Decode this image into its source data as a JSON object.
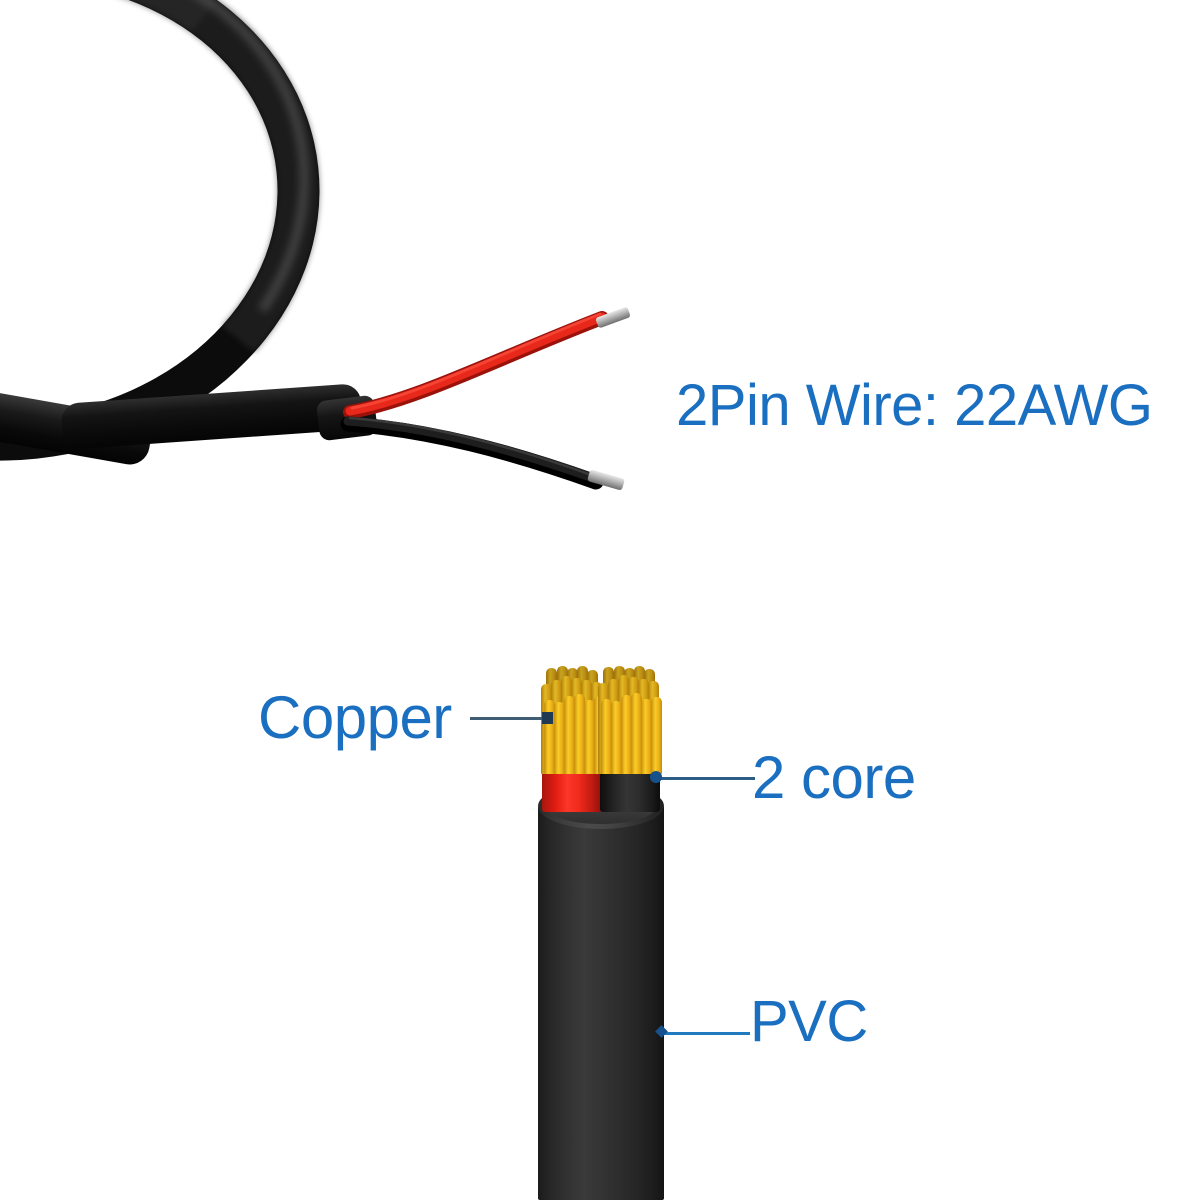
{
  "page": {
    "background": "#ffffff",
    "accent_blue": "#1a6fc0",
    "leader_dark": "#1f3a52"
  },
  "title_label": {
    "text": "2Pin Wire: 22AWG",
    "color": "#1a6fc0"
  },
  "photo": {
    "name": "2-pin-wire-photo",
    "description": "black jacketed 2 conductor cable looped, split into red and black stripped leads",
    "jacket_color": "#0c0c0c",
    "conductor_colors": [
      "#e6291b",
      "#101010"
    ],
    "stripped_tip_color": "#c9c9c9"
  },
  "diagram": {
    "name": "cable-cross-section",
    "jacket_color": "#2e2e2e",
    "core_red_color": "#e8281b",
    "core_black_color": "#262626",
    "copper_strand_color": "#f2c218",
    "callouts": [
      {
        "id": "copper",
        "label": "Copper",
        "target": "copper-strands",
        "side": "left"
      },
      {
        "id": "core",
        "label": "2 core",
        "target": "black-core",
        "side": "right"
      },
      {
        "id": "pvc",
        "label": "PVC",
        "target": "outer-jacket",
        "side": "right"
      }
    ]
  },
  "strands": {
    "red_core": {
      "count": 18,
      "rows": [
        [
          4,
          34,
          14,
          36,
          24,
          30,
          34,
          28,
          44,
          34,
          54,
          30
        ],
        [
          1,
          18,
          11,
          14,
          21,
          10,
          31,
          12,
          41,
          14,
          51,
          16
        ],
        [
          6,
          2,
          17,
          0,
          27,
          2,
          37,
          0,
          47,
          4
        ]
      ]
    },
    "black_core": {
      "count": 18,
      "rows": [
        [
          3,
          33,
          13,
          35,
          23,
          29,
          33,
          27,
          43,
          33,
          53,
          31
        ],
        [
          0,
          17,
          10,
          13,
          20,
          9,
          30,
          11,
          40,
          13,
          50,
          15
        ],
        [
          5,
          1,
          16,
          0,
          26,
          2,
          36,
          0,
          46,
          3
        ]
      ]
    }
  }
}
